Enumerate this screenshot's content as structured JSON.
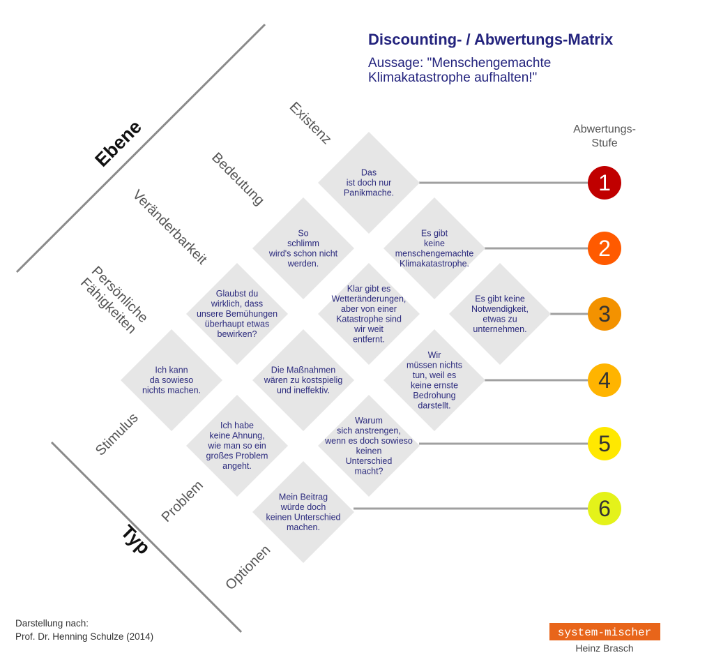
{
  "header": {
    "title": "Discounting- / Abwertungs-Matrix",
    "subtitle_line1": "Aussage:  \"Menschengemachte",
    "subtitle_line2": "Klimakatastrophe aufhalten!\""
  },
  "axes": {
    "ebene": {
      "title": "Ebene",
      "items": [
        "Existenz",
        "Bedeutung",
        "Veränderbarkeit",
        "Persönliche Fähigkeiten"
      ]
    },
    "typ": {
      "title": "Typ",
      "items": [
        "Stimulus",
        "Problem",
        "Optionen"
      ]
    }
  },
  "levels": {
    "header": "Abwertungs-Stufe",
    "header_lines": [
      "Abwertungs-",
      "Stufe"
    ],
    "items": [
      {
        "num": "1",
        "color": "#c00000",
        "text_color": "#ffffff"
      },
      {
        "num": "2",
        "color": "#ff5a00",
        "text_color": "#ffffff"
      },
      {
        "num": "3",
        "color": "#f39200",
        "text_color": "#333333"
      },
      {
        "num": "4",
        "color": "#ffb400",
        "text_color": "#333333"
      },
      {
        "num": "5",
        "color": "#ffe800",
        "text_color": "#333333"
      },
      {
        "num": "6",
        "color": "#e4f21a",
        "text_color": "#333333"
      }
    ]
  },
  "cells": [
    {
      "id": "existenz-stimulus",
      "level": 1,
      "lines": [
        "Das",
        "ist doch nur",
        "Panikmache."
      ]
    },
    {
      "id": "bedeutung-stimulus",
      "level": 2,
      "lines": [
        "So",
        "schlimm",
        "wird's schon nicht",
        "werden."
      ]
    },
    {
      "id": "existenz-problem",
      "level": 2,
      "lines": [
        "Es gibt",
        "keine",
        "menschengemachte",
        "Klimakatastrophe."
      ]
    },
    {
      "id": "veraenderbarkeit-stimulus",
      "level": 3,
      "lines": [
        "Glaubst du",
        "wirklich, dass",
        "unsere Bemühungen",
        "überhaupt etwas",
        "bewirken?"
      ]
    },
    {
      "id": "bedeutung-problem",
      "level": 3,
      "lines": [
        "Klar gibt es",
        "Wetteränderungen,",
        "aber von einer",
        "Katastrophe sind",
        "wir weit",
        "entfernt."
      ]
    },
    {
      "id": "existenz-optionen",
      "level": 3,
      "lines": [
        "Es gibt keine",
        "Notwendigkeit,",
        "etwas zu",
        "unternehmen."
      ]
    },
    {
      "id": "faehigkeiten-stimulus",
      "level": 4,
      "lines": [
        "Ich kann",
        "da sowieso",
        "nichts machen."
      ]
    },
    {
      "id": "veraenderbarkeit-problem",
      "level": 4,
      "lines": [
        "Die Maßnahmen",
        "wären zu kostspielig",
        "und ineffektiv."
      ]
    },
    {
      "id": "bedeutung-optionen",
      "level": 4,
      "lines": [
        "Wir",
        "müssen nichts",
        "tun, weil es",
        "keine ernste",
        "Bedrohung",
        "darstellt."
      ]
    },
    {
      "id": "faehigkeiten-problem",
      "level": 5,
      "lines": [
        "Ich habe",
        "keine Ahnung,",
        "wie man so ein",
        "großes Problem",
        "angeht."
      ]
    },
    {
      "id": "veraenderbarkeit-optionen",
      "level": 5,
      "lines": [
        "Warum",
        "sich anstrengen,",
        "wenn es doch sowieso",
        "keinen",
        "Unterschied",
        "macht?"
      ]
    },
    {
      "id": "faehigkeiten-optionen",
      "level": 6,
      "lines": [
        "Mein Beitrag",
        "würde doch",
        "keinen Unterschied",
        "machen."
      ]
    }
  ],
  "footer": {
    "credit_line1": "Darstellung nach:",
    "credit_line2": "Prof. Dr. Henning Schulze (2014)",
    "brand": "system-mischer",
    "author": "Heinz Brasch",
    "brand_color": "#e8651a"
  }
}
